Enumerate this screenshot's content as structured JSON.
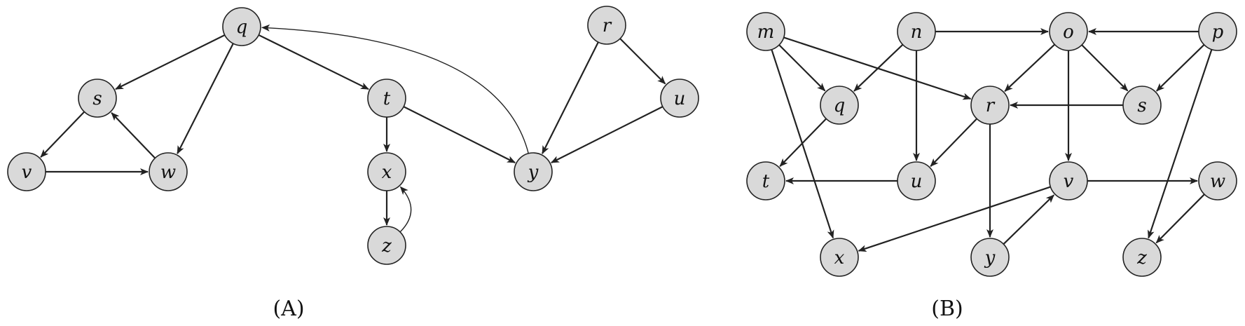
{
  "graphs": [
    {
      "id": "A",
      "caption": "(A)",
      "nodes": [
        "q",
        "s",
        "t",
        "u",
        "r",
        "v",
        "w",
        "x",
        "y",
        "z"
      ],
      "edges": [
        [
          "q",
          "s"
        ],
        [
          "q",
          "w"
        ],
        [
          "q",
          "t"
        ],
        [
          "w",
          "s"
        ],
        [
          "s",
          "v"
        ],
        [
          "v",
          "w"
        ],
        [
          "t",
          "x"
        ],
        [
          "t",
          "y"
        ],
        [
          "x",
          "z"
        ],
        [
          "z",
          "x"
        ],
        [
          "y",
          "q"
        ],
        [
          "r",
          "y"
        ],
        [
          "r",
          "u"
        ],
        [
          "u",
          "y"
        ]
      ]
    },
    {
      "id": "B",
      "caption": "(B)",
      "nodes": [
        "m",
        "n",
        "o",
        "p",
        "q",
        "r",
        "s",
        "t",
        "u",
        "v",
        "w",
        "x",
        "y",
        "z"
      ],
      "edges": [
        [
          "m",
          "q"
        ],
        [
          "m",
          "r"
        ],
        [
          "m",
          "x"
        ],
        [
          "n",
          "q"
        ],
        [
          "n",
          "u"
        ],
        [
          "n",
          "o"
        ],
        [
          "o",
          "r"
        ],
        [
          "o",
          "s"
        ],
        [
          "o",
          "v"
        ],
        [
          "p",
          "o"
        ],
        [
          "p",
          "s"
        ],
        [
          "p",
          "z"
        ],
        [
          "q",
          "t"
        ],
        [
          "r",
          "u"
        ],
        [
          "r",
          "y"
        ],
        [
          "s",
          "r"
        ],
        [
          "u",
          "t"
        ],
        [
          "v",
          "x"
        ],
        [
          "v",
          "w"
        ],
        [
          "y",
          "v"
        ],
        [
          "w",
          "z"
        ]
      ]
    }
  ],
  "colors": {
    "node_fill": "#d9d9d9",
    "stroke": "#222222"
  }
}
